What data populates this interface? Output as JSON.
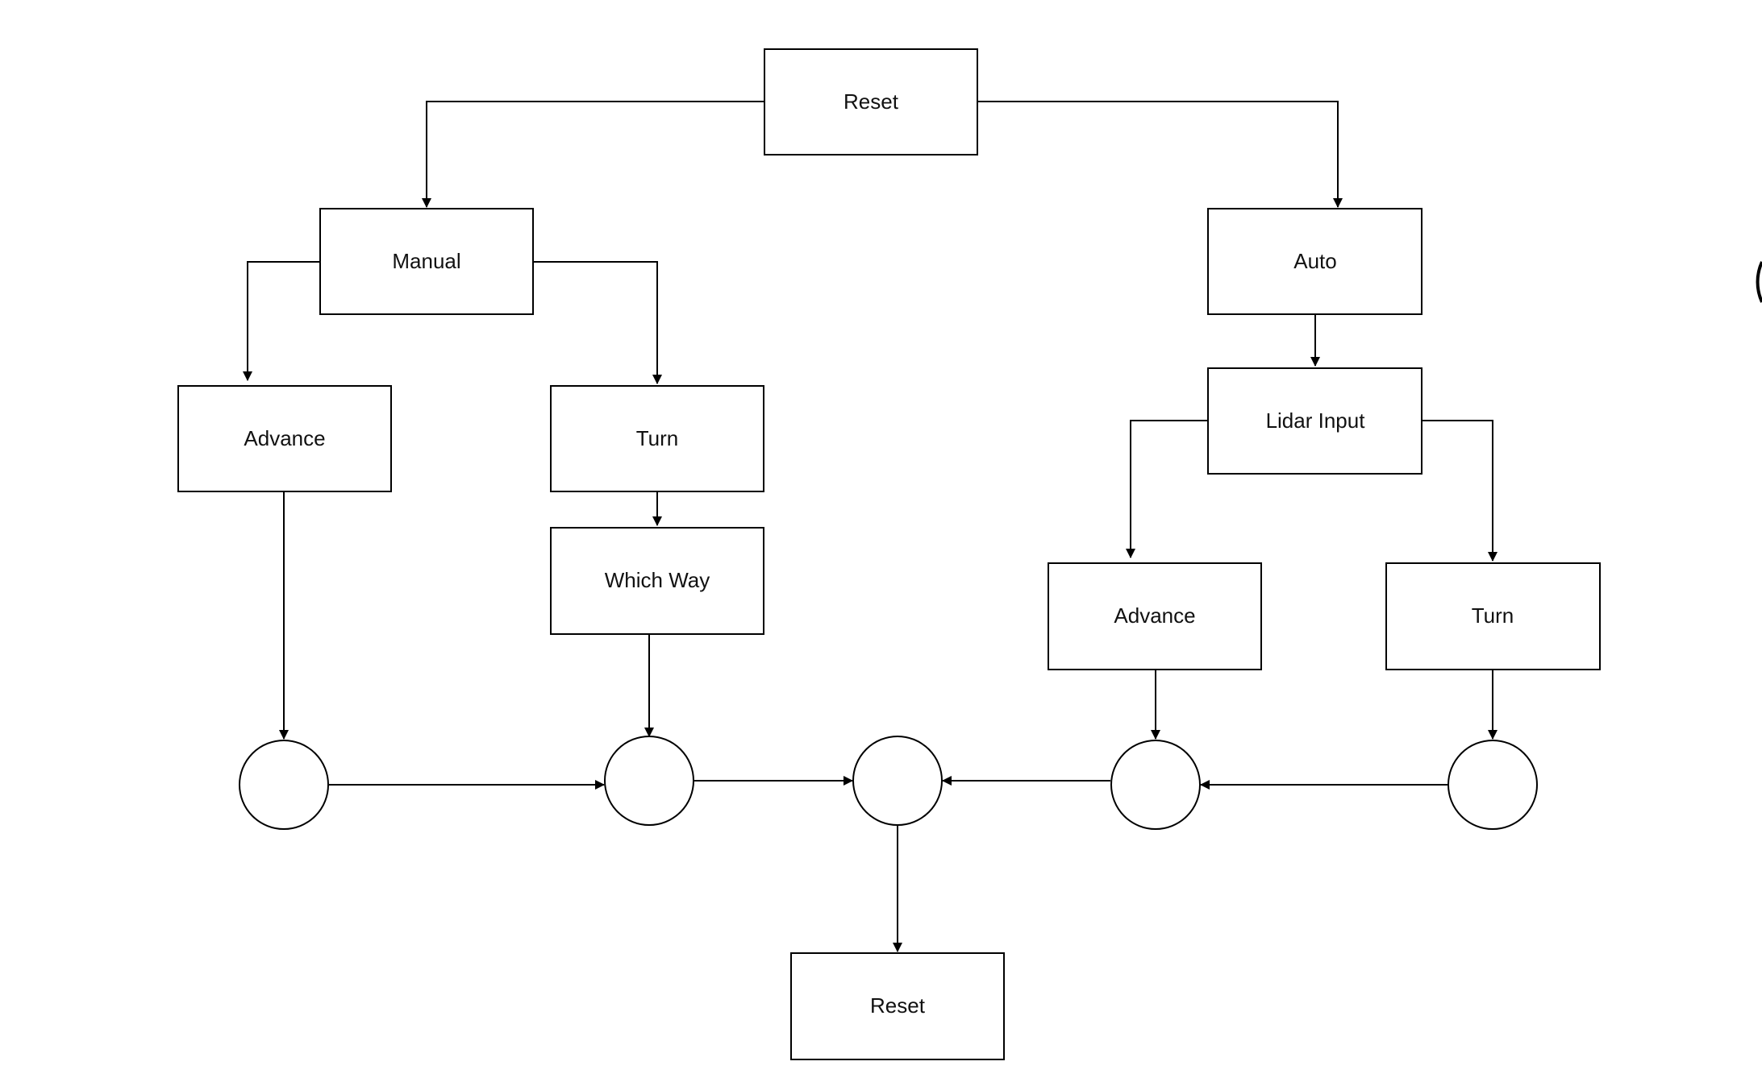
{
  "diagram": {
    "nodes": {
      "reset_top": {
        "label": "Reset",
        "shape": "box"
      },
      "manual": {
        "label": "Manual",
        "shape": "box"
      },
      "auto": {
        "label": "Auto",
        "shape": "box"
      },
      "advance_manual": {
        "label": "Advance",
        "shape": "box"
      },
      "turn_manual": {
        "label": "Turn",
        "shape": "box"
      },
      "which_way": {
        "label": "Which Way",
        "shape": "box"
      },
      "lidar_input": {
        "label": "Lidar Input",
        "shape": "box"
      },
      "advance_auto": {
        "label": "Advance",
        "shape": "box"
      },
      "turn_auto": {
        "label": "Turn",
        "shape": "box"
      },
      "reset_bottom": {
        "label": "Reset",
        "shape": "box"
      },
      "junction_1": {
        "label": "",
        "shape": "circle"
      },
      "junction_2": {
        "label": "",
        "shape": "circle"
      },
      "junction_center": {
        "label": "",
        "shape": "circle"
      },
      "junction_4": {
        "label": "",
        "shape": "circle"
      },
      "junction_5": {
        "label": "",
        "shape": "circle"
      }
    },
    "edges": [
      {
        "from": "reset_top",
        "to": "manual"
      },
      {
        "from": "reset_top",
        "to": "auto"
      },
      {
        "from": "manual",
        "to": "advance_manual"
      },
      {
        "from": "manual",
        "to": "turn_manual"
      },
      {
        "from": "turn_manual",
        "to": "which_way"
      },
      {
        "from": "auto",
        "to": "lidar_input"
      },
      {
        "from": "lidar_input",
        "to": "advance_auto"
      },
      {
        "from": "lidar_input",
        "to": "turn_auto"
      },
      {
        "from": "advance_manual",
        "to": "junction_1"
      },
      {
        "from": "which_way",
        "to": "junction_2"
      },
      {
        "from": "advance_auto",
        "to": "junction_4"
      },
      {
        "from": "turn_auto",
        "to": "junction_5"
      },
      {
        "from": "junction_1",
        "to": "junction_2"
      },
      {
        "from": "junction_2",
        "to": "junction_center"
      },
      {
        "from": "junction_4",
        "to": "junction_center"
      },
      {
        "from": "junction_5",
        "to": "junction_4"
      },
      {
        "from": "junction_center",
        "to": "reset_bottom"
      }
    ]
  },
  "colors": {
    "stroke": "#000000",
    "fill": "#ffffff",
    "text": "#111111"
  }
}
